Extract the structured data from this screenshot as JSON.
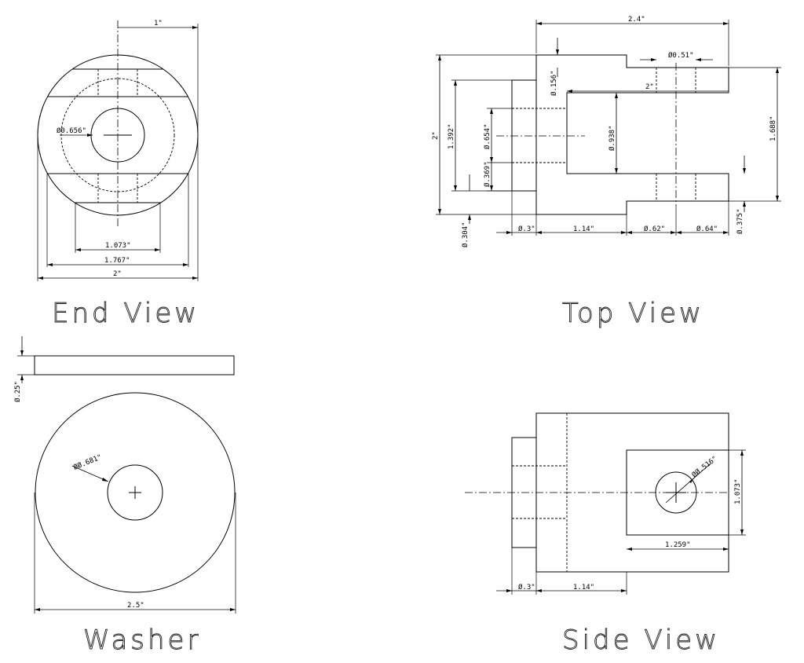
{
  "views": {
    "end_view": {
      "title": "End View",
      "dims": {
        "overall": "1\"",
        "hole": "Ø0.656\"",
        "flat": "1.073\"",
        "chord": "1.767\"",
        "diameter": "2\""
      }
    },
    "top_view": {
      "title": "Top View",
      "dims": {
        "length": "2.4\"",
        "cross_hole": "Ø0.51\"",
        "slot_depth": "2\"",
        "wall": "Ø.156\"",
        "height": "2\"",
        "boss": "1.392\"",
        "bore_a": "Ø.654\"",
        "slot_width": "Ø.938\"",
        "bore_b": "Ø.369\"",
        "overall_width": "1.688\"",
        "boss_step": "Ø.304\"",
        "neck": "Ø.3\"",
        "body": "1.14\"",
        "hole_pos": "Ø.62\"",
        "end": "Ø.64\"",
        "end_step": "Ø.375\""
      }
    },
    "washer": {
      "title": "Washer",
      "dims": {
        "thickness": "Ø.25\"",
        "hole": "ØØ.681\"",
        "diameter": "2.5\""
      }
    },
    "side_view": {
      "title": "Side View",
      "dims": {
        "hole": "ØØ.516\"",
        "height": "1.073\"",
        "width": "1.259\"",
        "neck": "Ø.3\"",
        "body": "1.14\""
      }
    }
  }
}
